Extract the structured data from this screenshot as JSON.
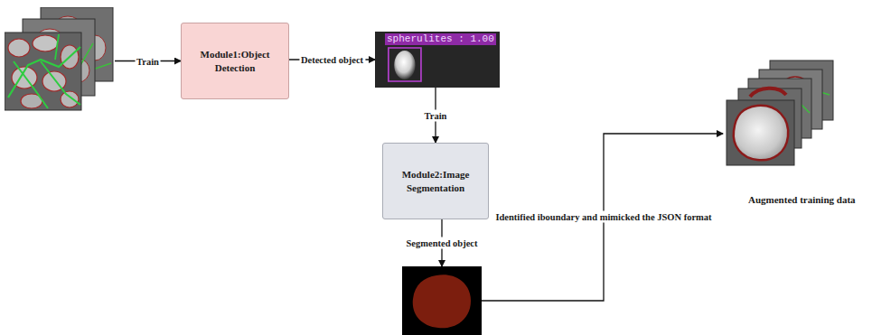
{
  "diagram": {
    "nodes": [
      {
        "text": []
      },
      {
        "text": [
          "Module1:Object Detection"
        ]
      },
      {
        "text": [
          "spherulites : 1.00"
        ]
      },
      {
        "text": [
          "Module2:Image Segmentation"
        ]
      },
      {
        "text": []
      },
      {
        "text": [
          "Augmented training data"
        ]
      }
    ],
    "edges": [
      {
        "from": 0,
        "to": 1,
        "arrow": "to",
        "label": "Train"
      },
      {
        "from": 1,
        "to": 2,
        "arrow": "to",
        "label": "Detected object"
      },
      {
        "from": 2,
        "to": 3,
        "arrow": "to",
        "label": "Train"
      },
      {
        "from": 3,
        "to": 4,
        "arrow": "to",
        "label": "Segmented object"
      },
      {
        "from": 4,
        "to": 5,
        "arrow": "to",
        "label": "Identified iboundary and mimicked the JSON format"
      }
    ]
  }
}
